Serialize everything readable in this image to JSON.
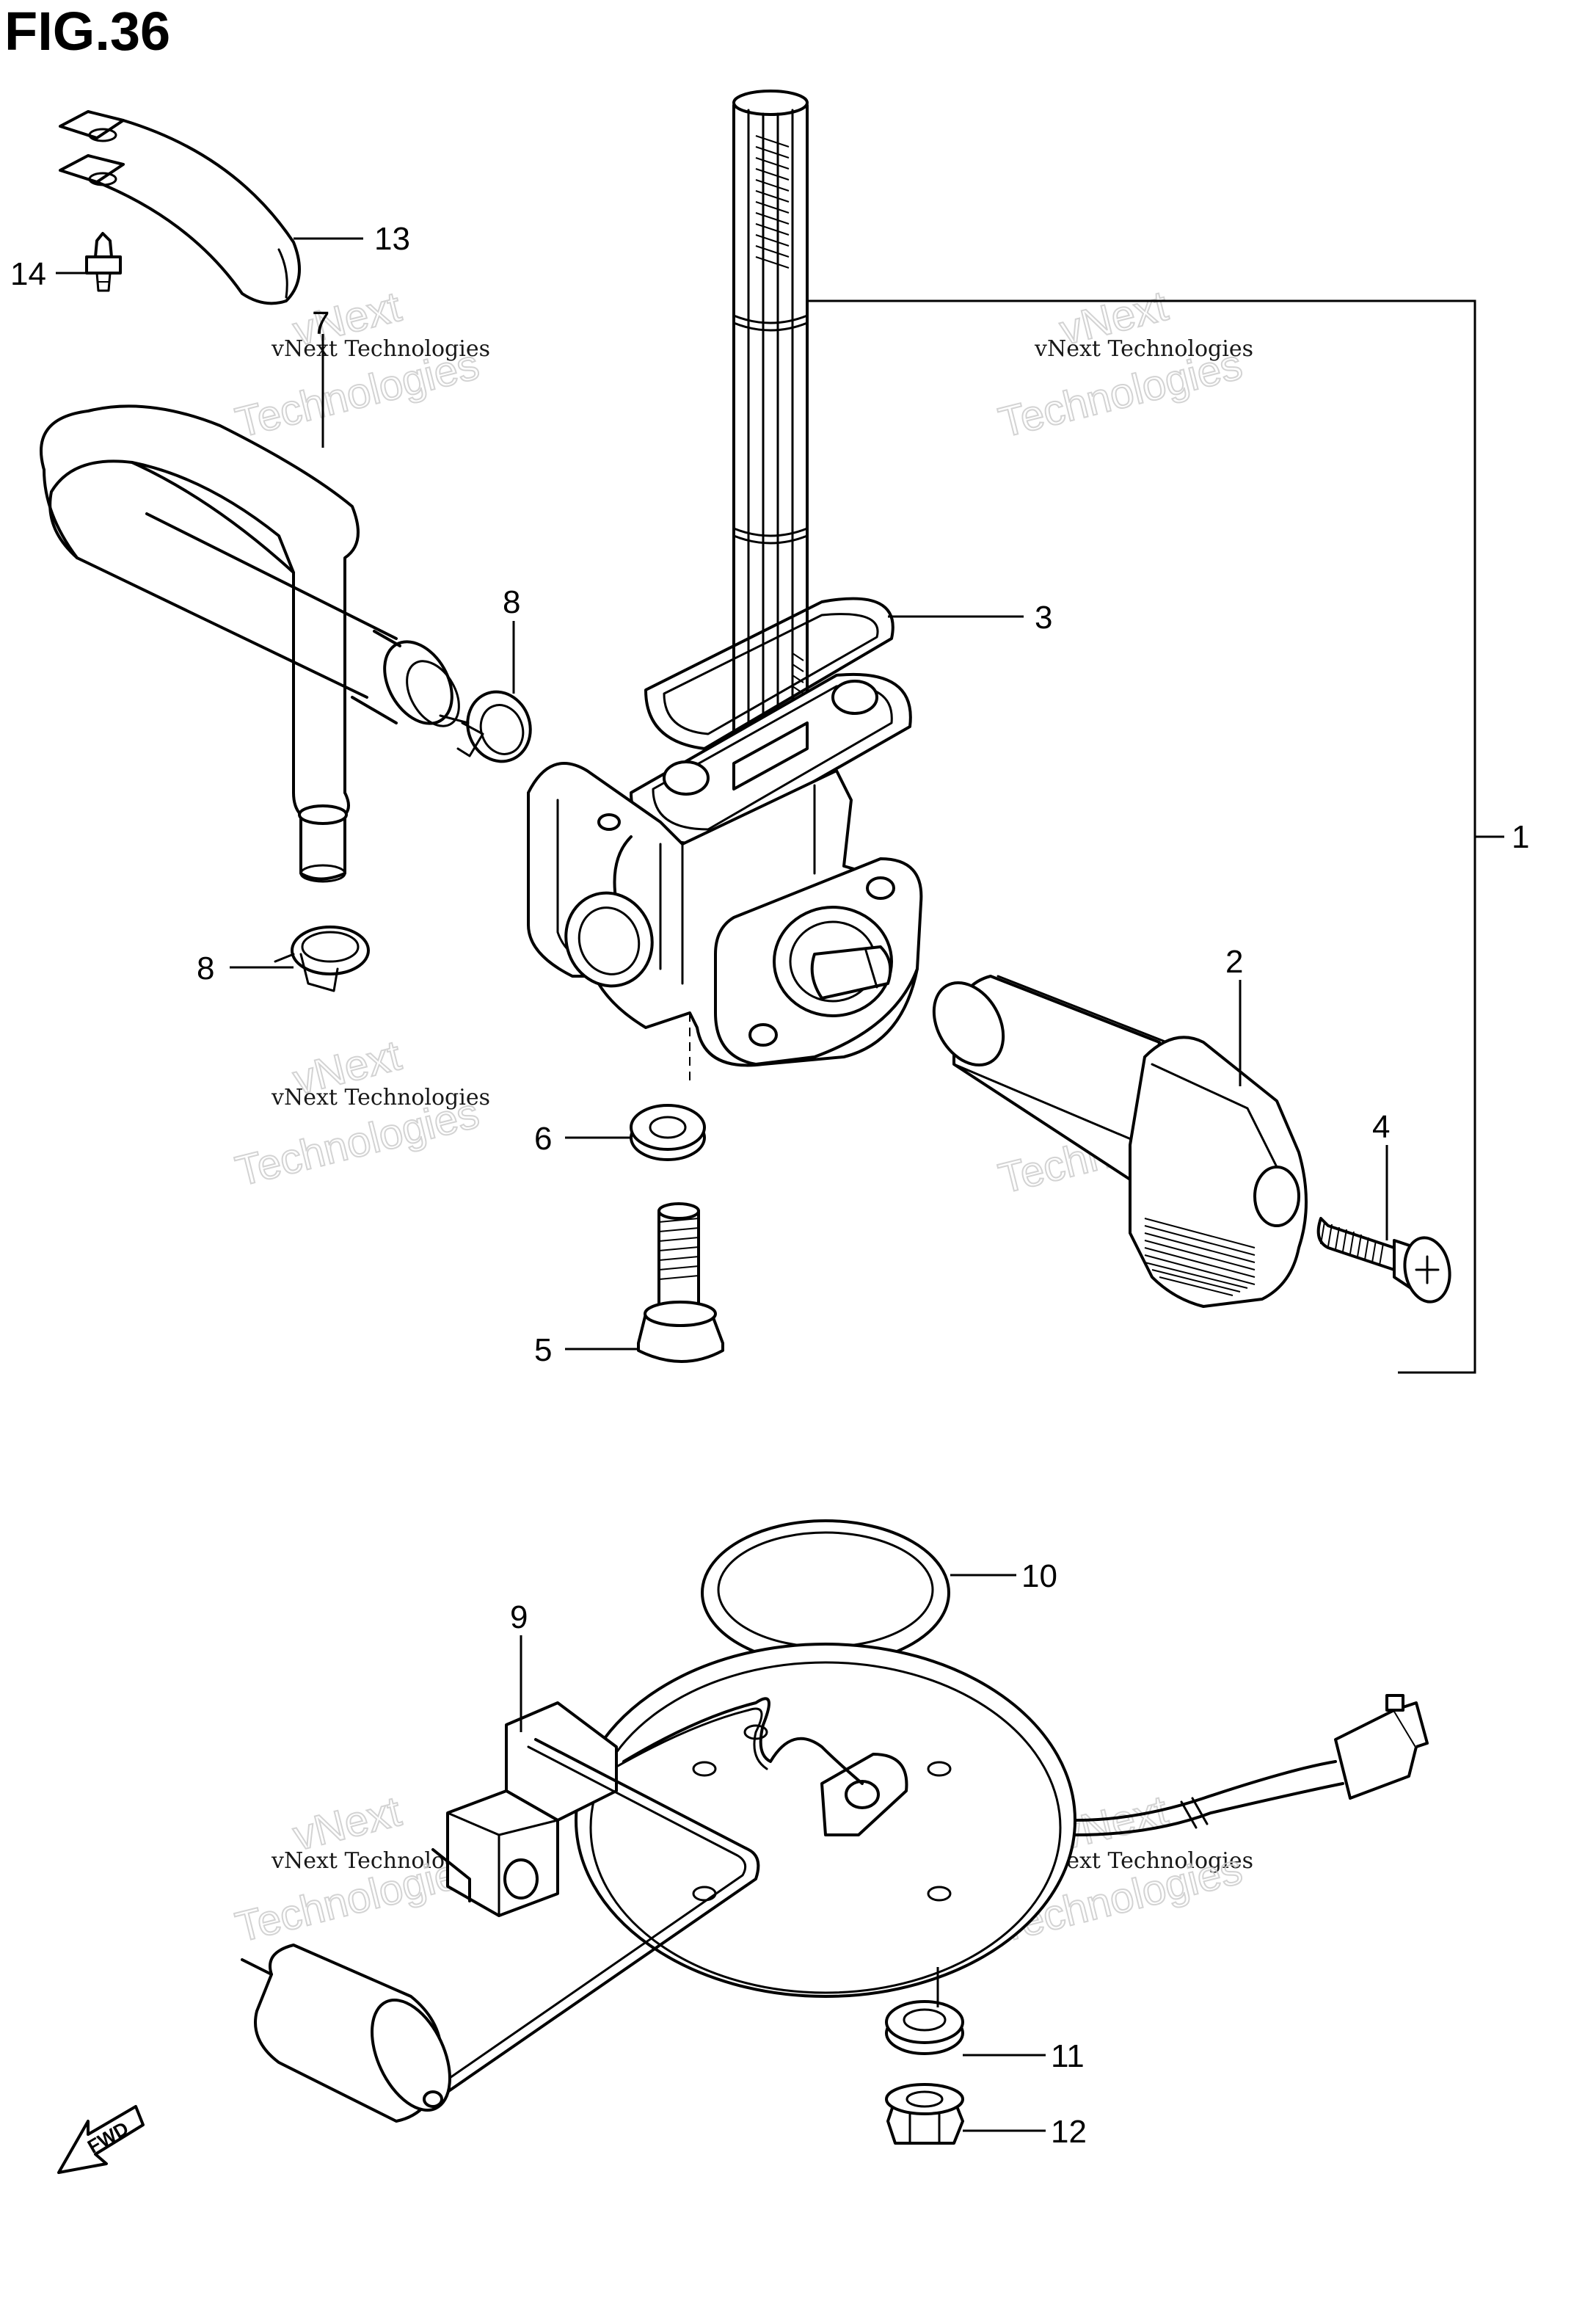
{
  "figure": {
    "title": "FIG.36"
  },
  "callouts": [
    {
      "id": "1",
      "label": "1"
    },
    {
      "id": "2",
      "label": "2"
    },
    {
      "id": "3",
      "label": "3"
    },
    {
      "id": "4",
      "label": "4"
    },
    {
      "id": "5",
      "label": "5"
    },
    {
      "id": "6",
      "label": "6"
    },
    {
      "id": "7",
      "label": "7"
    },
    {
      "id": "8a",
      "label": "8"
    },
    {
      "id": "8b",
      "label": "8"
    },
    {
      "id": "9",
      "label": "9"
    },
    {
      "id": "10",
      "label": "10"
    },
    {
      "id": "11",
      "label": "11"
    },
    {
      "id": "12",
      "label": "12"
    },
    {
      "id": "13",
      "label": "13"
    },
    {
      "id": "14",
      "label": "14"
    }
  ],
  "watermark": {
    "line1": "vNext",
    "line2": "vNext Technologies",
    "line3": "Technologies"
  },
  "direction_badge": {
    "label": "FWD"
  }
}
